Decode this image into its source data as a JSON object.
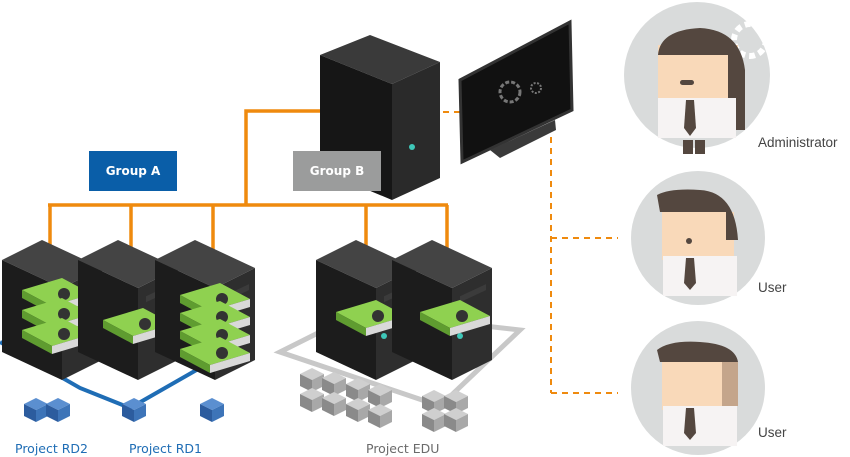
{
  "groups": [
    {
      "label": "Group A",
      "color": "#0a5ea8"
    },
    {
      "label": "Group B",
      "color": "#9b9c9c"
    }
  ],
  "projects": [
    {
      "label": "Project RD2",
      "color": "#1f6db5"
    },
    {
      "label": "Project RD1",
      "color": "#1f6db5"
    },
    {
      "label": "Project EDU",
      "color": "#6a6a6a"
    }
  ],
  "roles": [
    {
      "label": "Administrator"
    },
    {
      "label": "User"
    },
    {
      "label": "User"
    }
  ],
  "colors": {
    "connector": "#ef8a0e",
    "rd_network": "#1f6db5",
    "edu_network": "#c8c8c8",
    "gpu": "#7cc242",
    "server": "#2b2b2b",
    "avatar_bg": "#d9dbdb",
    "hair": "#54473f",
    "skin": "#f9d9b9"
  }
}
